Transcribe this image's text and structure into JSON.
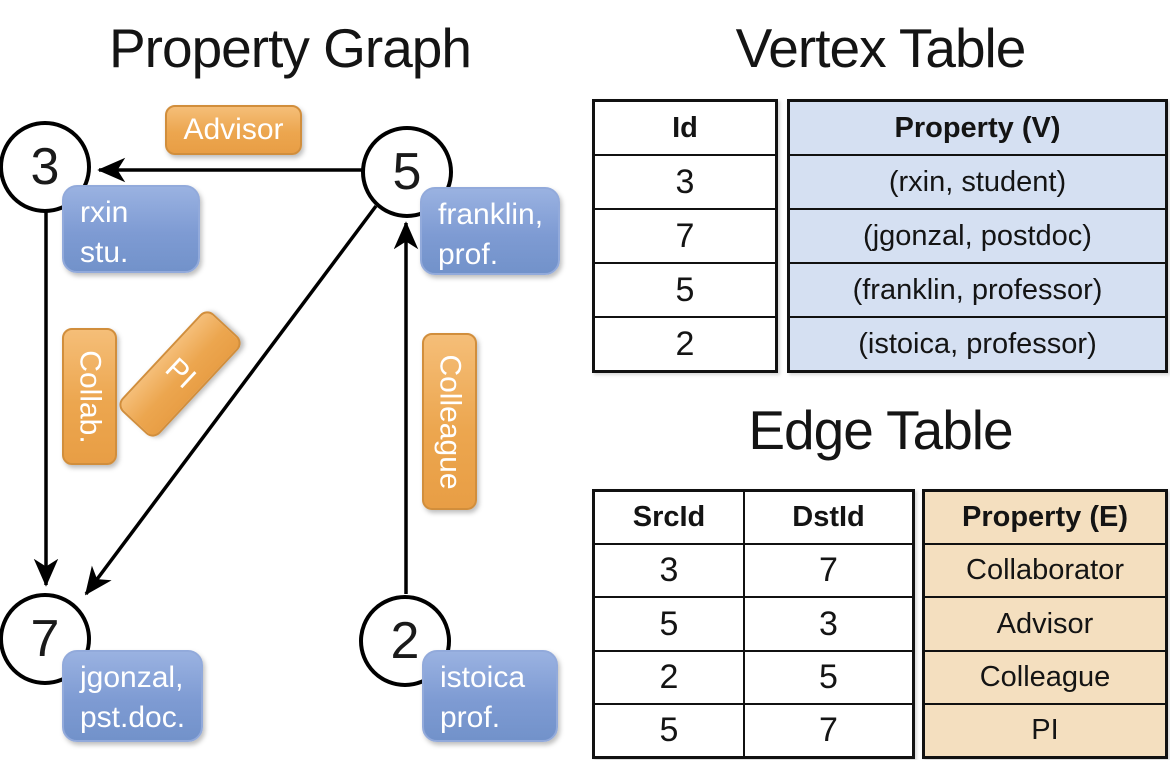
{
  "graph": {
    "title": "Property Graph",
    "vertices": [
      {
        "id": "3",
        "prop_line1": "rxin",
        "prop_line2": "stu."
      },
      {
        "id": "5",
        "prop_line1": "franklin,",
        "prop_line2": "prof."
      },
      {
        "id": "7",
        "prop_line1": "jgonzal,",
        "prop_line2": "pst.doc."
      },
      {
        "id": "2",
        "prop_line1": "istoica",
        "prop_line2": "prof."
      }
    ],
    "edge_labels": {
      "advisor": "Advisor",
      "collab": "Collab.",
      "pi": "PI",
      "colleague": "Colleague"
    }
  },
  "vertex_table": {
    "title": "Vertex Table",
    "columns": {
      "id": "Id",
      "property": "Property (V)"
    },
    "rows": [
      {
        "id": "3",
        "property": "(rxin, student)"
      },
      {
        "id": "7",
        "property": "(jgonzal, postdoc)"
      },
      {
        "id": "5",
        "property": "(franklin, professor)"
      },
      {
        "id": "2",
        "property": "(istoica, professor)"
      }
    ]
  },
  "edge_table": {
    "title": "Edge Table",
    "columns": {
      "src": "SrcId",
      "dst": "DstId",
      "property": "Property (E)"
    },
    "rows": [
      {
        "src": "3",
        "dst": "7",
        "property": "Collaborator"
      },
      {
        "src": "5",
        "dst": "3",
        "property": "Advisor"
      },
      {
        "src": "2",
        "dst": "5",
        "property": "Colleague"
      },
      {
        "src": "5",
        "dst": "7",
        "property": "PI"
      }
    ]
  },
  "colors": {
    "edge_label_orange": "#ECA64F",
    "vertex_property_blue": "#7E9BD3",
    "vertex_table_cell": "#D5E0F2",
    "edge_table_cell": "#F4DFBF",
    "line_black": "#000000"
  }
}
